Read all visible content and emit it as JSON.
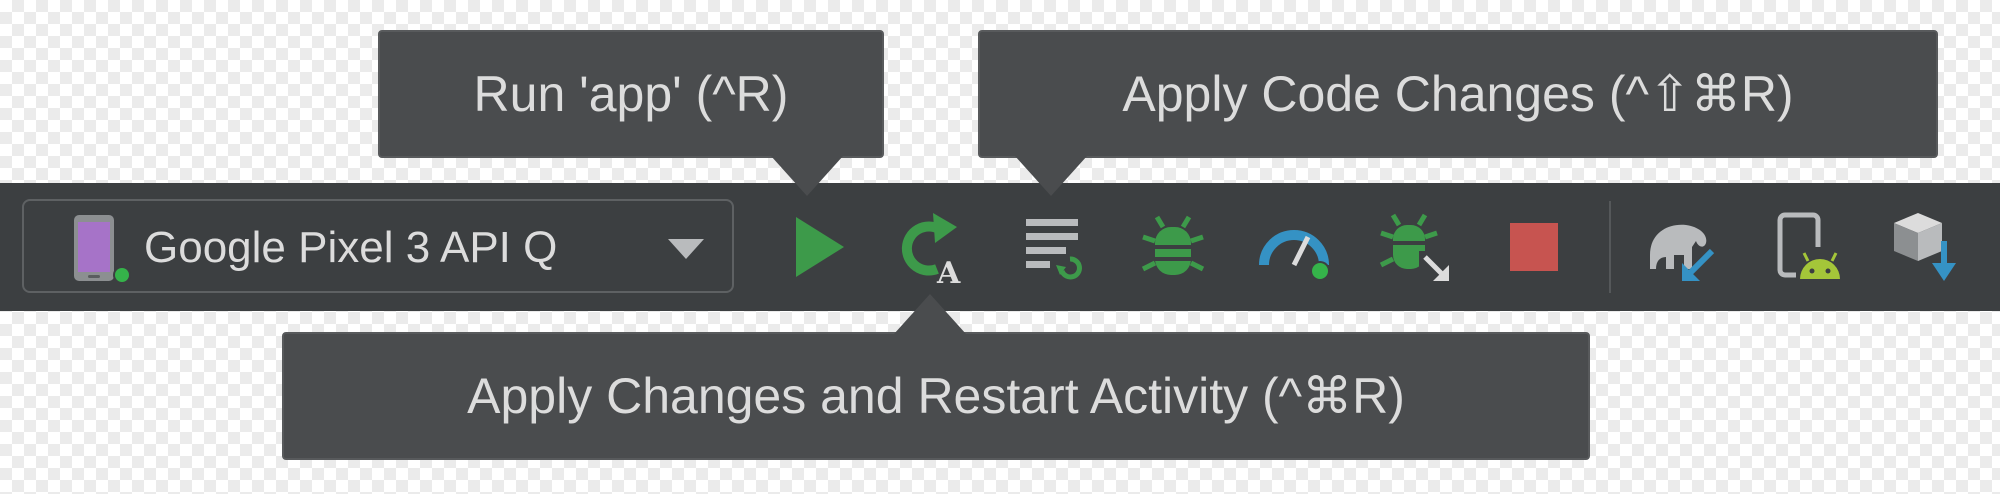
{
  "device_selector": {
    "label": "Google Pixel 3 API Q",
    "icon": "phone-icon",
    "status_color": "#35b34a"
  },
  "toolbar": {
    "buttons": [
      {
        "icon": "run-icon",
        "color": "#3d9a4a"
      },
      {
        "icon": "apply-changes-restart-activity-icon",
        "color": "#3d9a4a"
      },
      {
        "icon": "apply-code-changes-icon",
        "color": "#b9bbbd"
      },
      {
        "icon": "debug-icon",
        "color": "#3d9a4a"
      },
      {
        "icon": "profile-icon",
        "color": "#3592c4"
      },
      {
        "icon": "attach-debugger-icon",
        "color": "#3d9a4a"
      },
      {
        "icon": "stop-icon",
        "color": "#c75450"
      },
      {
        "icon": "sync-gradle-icon",
        "color": "#3592c4"
      },
      {
        "icon": "avd-manager-icon",
        "color": "#a4c639"
      },
      {
        "icon": "sdk-manager-icon",
        "color": "#3592c4"
      }
    ]
  },
  "tooltips": {
    "run": "Run 'app' (^R)",
    "apply_code_changes": "Apply Code Changes (^⇧⌘R)",
    "apply_changes_restart": "Apply Changes and Restart Activity (^⌘R)"
  }
}
